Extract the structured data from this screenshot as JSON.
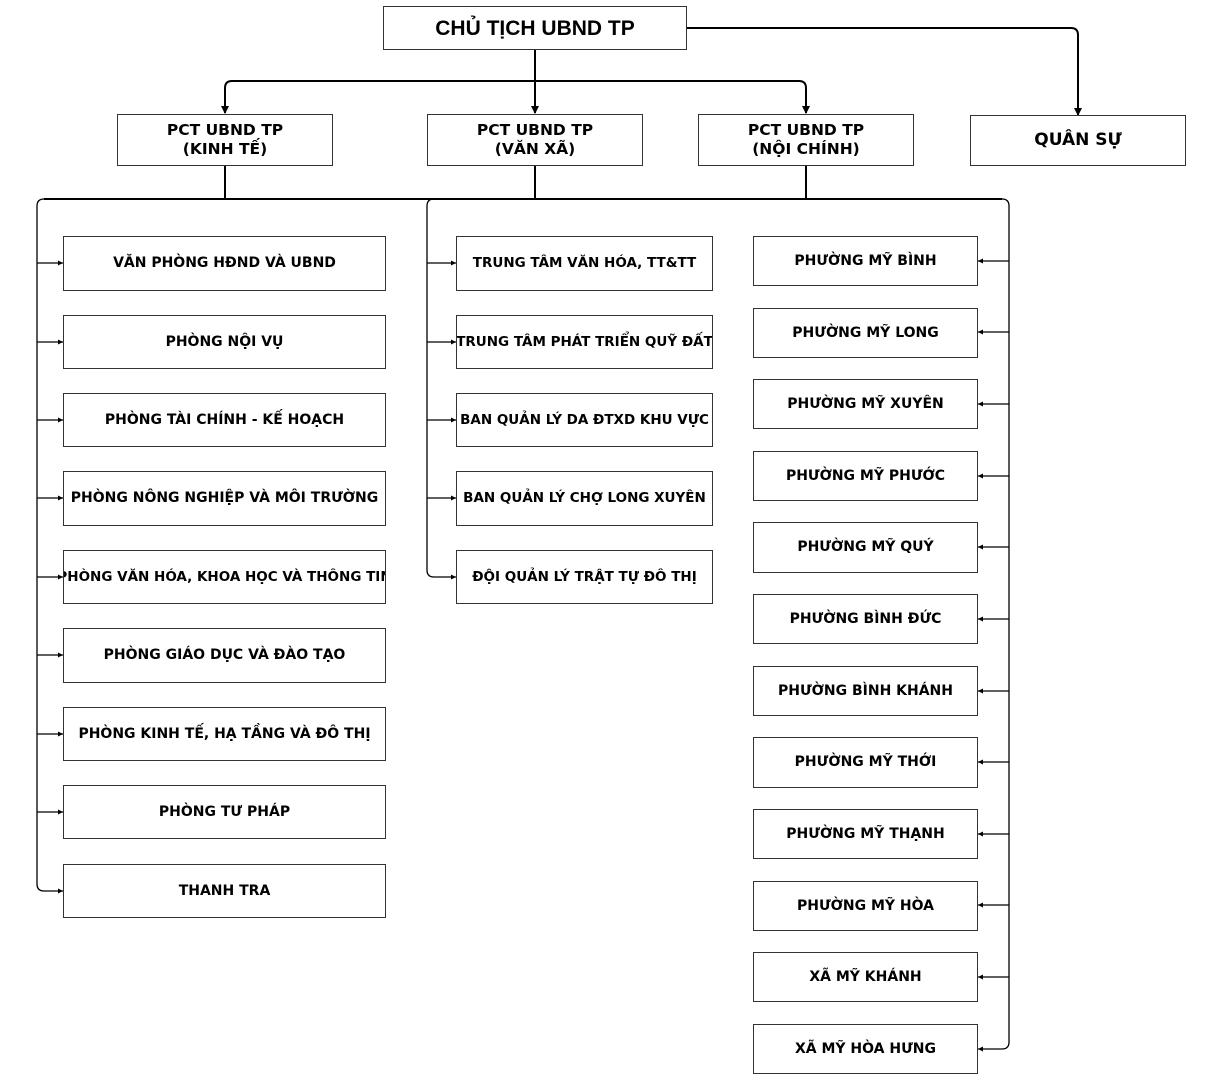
{
  "chairman": "CHỦ TỊCH UBND TP",
  "deputies": [
    {
      "line1": "PCT UBND TP",
      "line2": "(KINH TẾ)"
    },
    {
      "line1": "PCT UBND TP",
      "line2": "(VĂN XÃ)"
    },
    {
      "line1": "PCT UBND TP",
      "line2": "(NỘI CHÍNH)"
    }
  ],
  "military": "QUÂN SỰ",
  "economic_units": [
    "VĂN PHÒNG HĐND VÀ UBND",
    "PHÒNG NỘI VỤ",
    "PHÒNG TÀI CHÍNH - KẾ HOẠCH",
    "PHÒNG NÔNG NGHIỆP VÀ MÔI TRƯỜNG",
    "PHÒNG VĂN HÓA, KHOA HỌC VÀ THÔNG TIN",
    "PHÒNG GIÁO DỤC VÀ ĐÀO TẠO",
    "PHÒNG KINH TẾ, HẠ TẦNG VÀ ĐÔ THỊ",
    "PHÒNG TƯ PHÁP",
    "THANH TRA"
  ],
  "cultural_units": [
    "TRUNG TÂM VĂN HÓA, TT&TT",
    "TRUNG TÂM PHÁT TRIỂN QUỸ ĐẤT",
    "BAN QUẢN LÝ DA ĐTXD KHU VỰC",
    "BAN QUẢN LÝ CHỢ LONG XUYÊN",
    "ĐỘI QUẢN LÝ TRẬT TỰ ĐÔ THỊ"
  ],
  "wards": [
    "PHƯỜNG MỸ BÌNH",
    "PHƯỜNG MỸ LONG",
    "PHƯỜNG MỸ XUYÊN",
    "PHƯỜNG MỸ PHƯỚC",
    "PHƯỜNG MỸ QUÝ",
    "PHƯỜNG BÌNH ĐỨC",
    "PHƯỜNG BÌNH KHÁNH",
    "PHƯỜNG MỸ THỚI",
    "PHƯỜNG MỸ THẠNH",
    "PHƯỜNG MỸ HÒA",
    "XÃ MỸ KHÁNH",
    "XÃ MỸ HÒA HƯNG"
  ]
}
